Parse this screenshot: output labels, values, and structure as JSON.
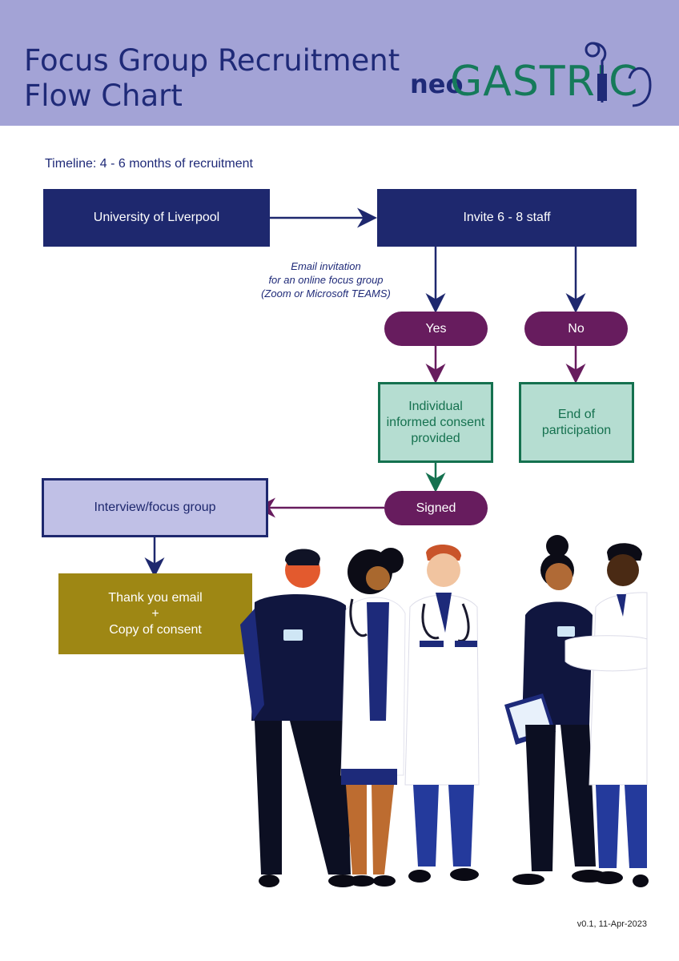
{
  "header": {
    "title": "Focus Group Recruitment Flow Chart",
    "logo_prefix": "neo",
    "logo_main": "GASTRIC"
  },
  "timeline": "Timeline: 4 - 6 months of recruitment",
  "nodes": {
    "university": "University of Liverpool",
    "invite": "Invite 6 - 8 staff",
    "yes": "Yes",
    "no": "No",
    "consent": "Individual informed consent provided",
    "end": "End of participation",
    "signed": "Signed",
    "interview": "Interview/focus group",
    "thanks_line1": "Thank you email",
    "thanks_line2": "+",
    "thanks_line3": "Copy of consent"
  },
  "email_note": {
    "line1": "Email invitation",
    "line2": "for an online focus group",
    "line3": "(Zoom or Microsoft TEAMS)"
  },
  "version": "v0.1, 11-Apr-2023",
  "colors": {
    "navy": "#1e286e",
    "purple": "#671c5e",
    "green": "#15714f",
    "mint": "#b5ddd1",
    "lavender": "#c0c0e6",
    "olive": "#9e8714",
    "header_bg": "#a3a3d6"
  }
}
